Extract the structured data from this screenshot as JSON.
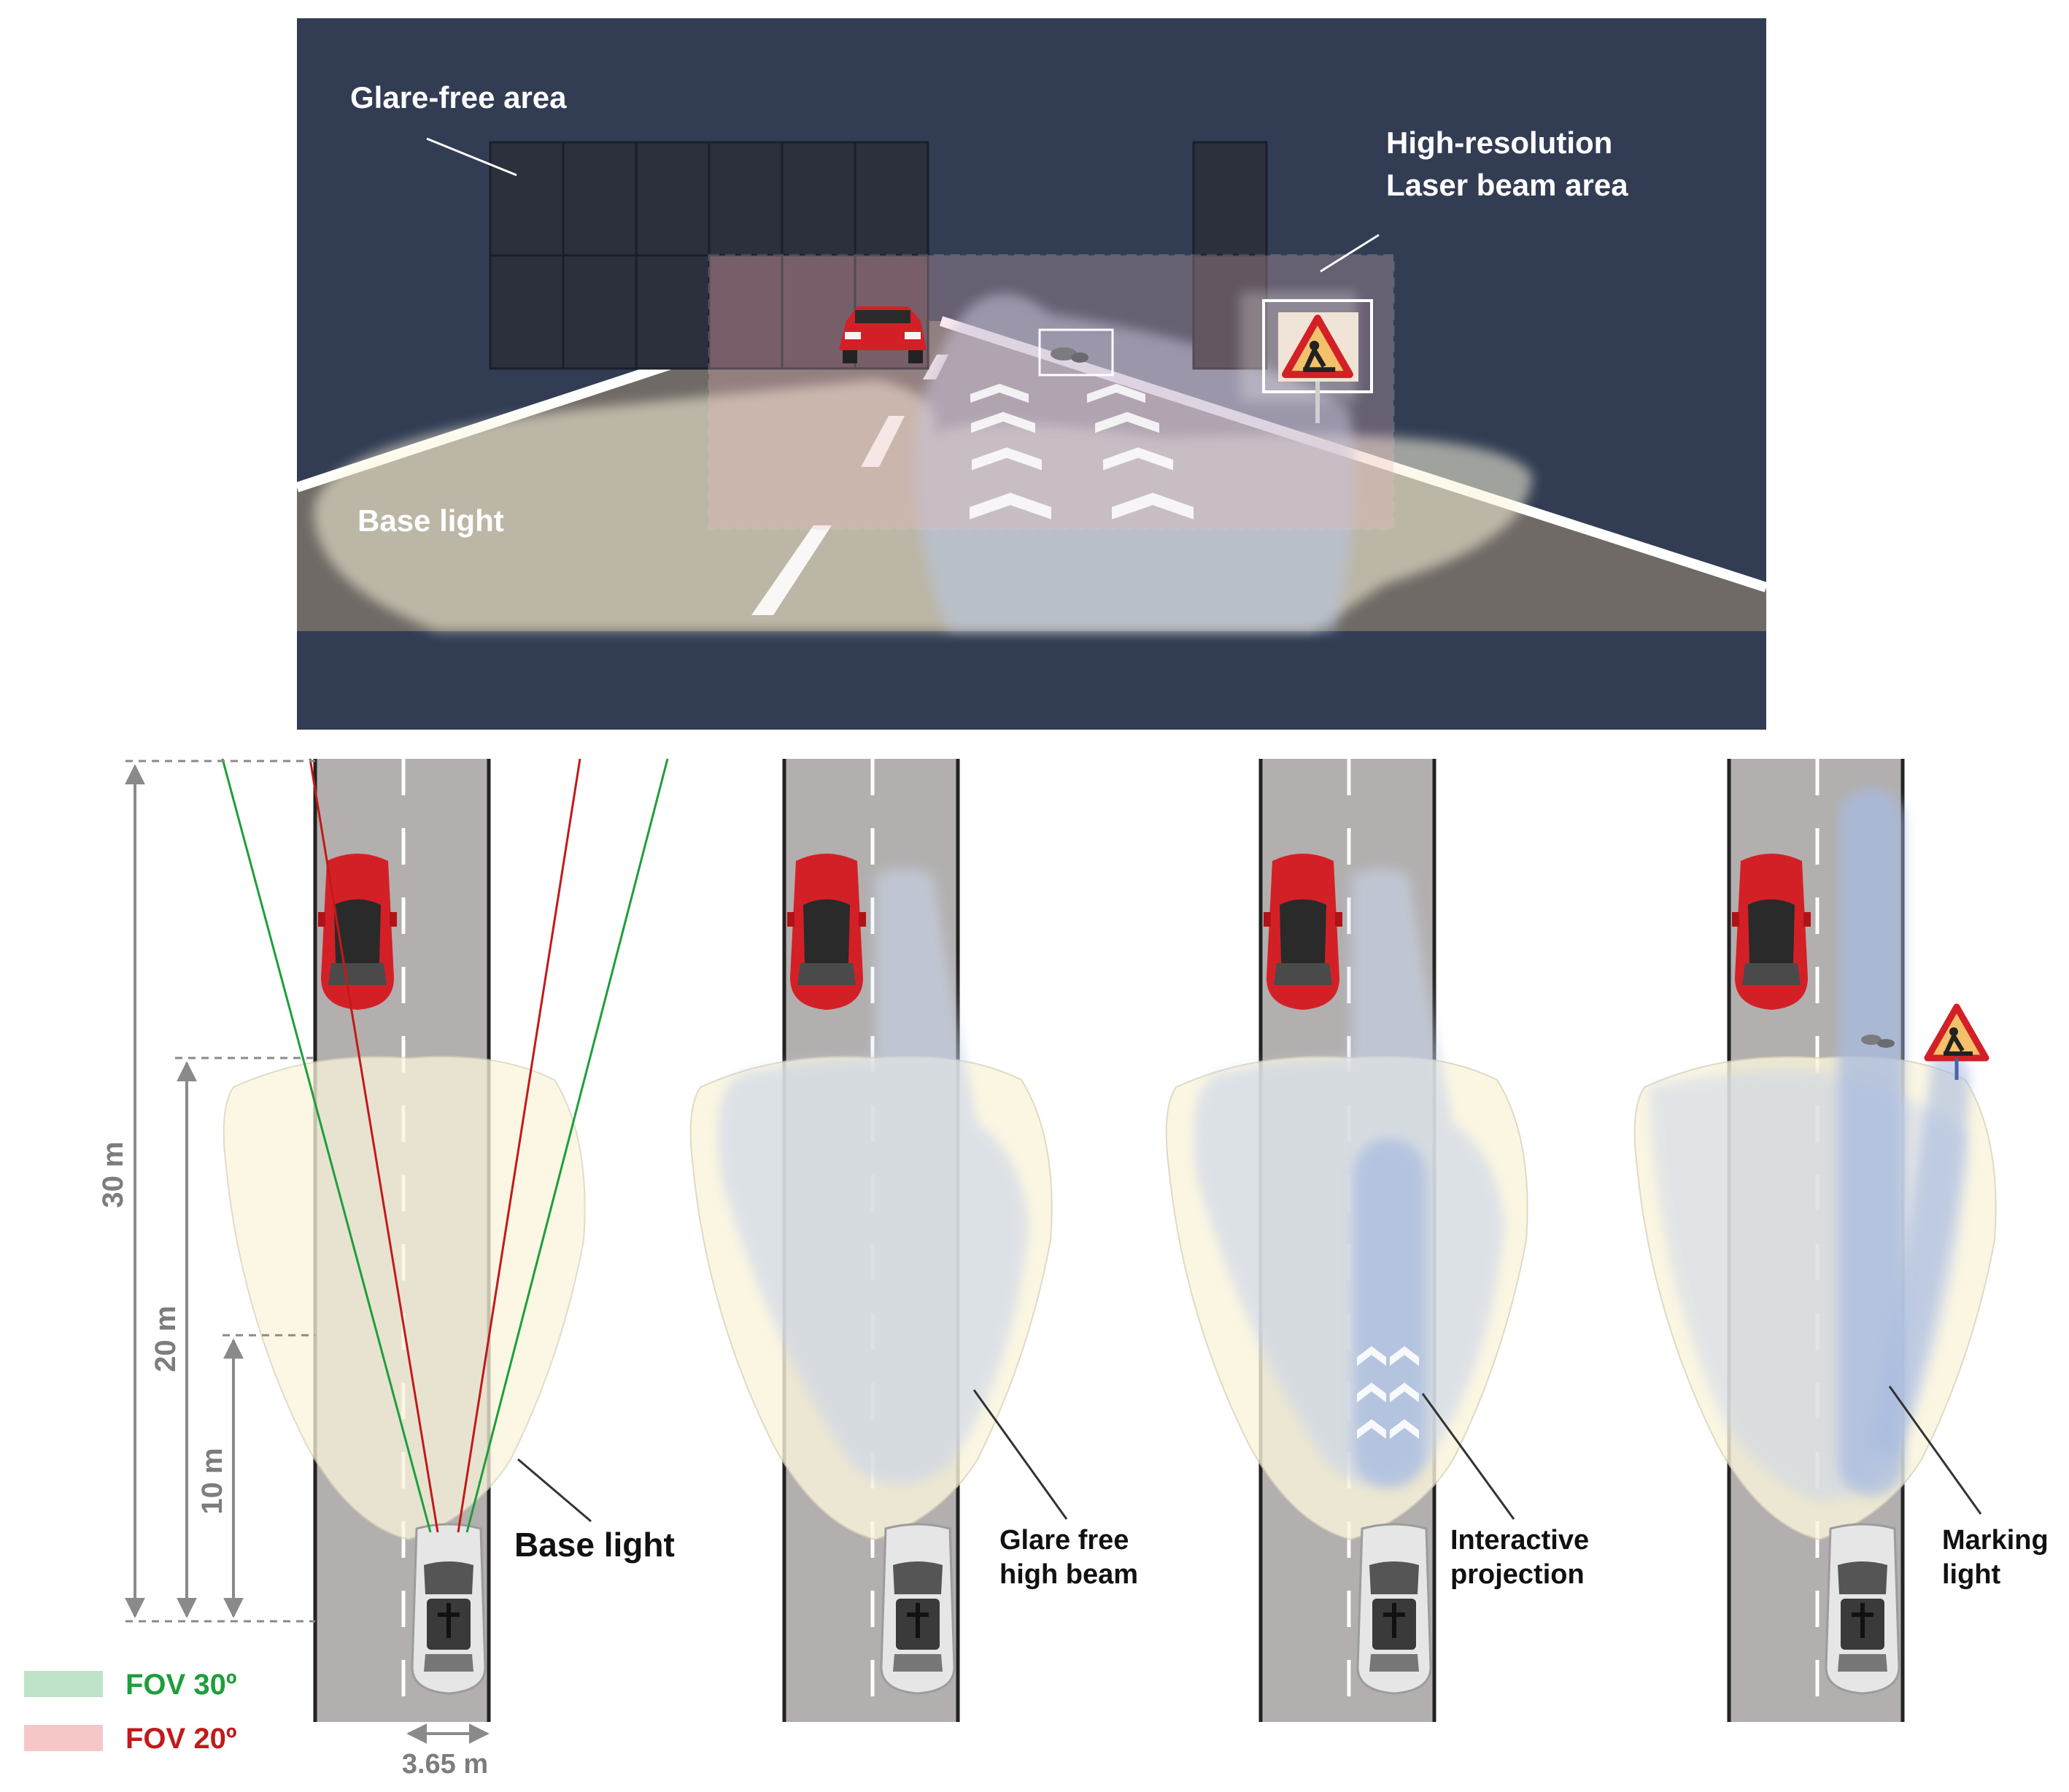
{
  "top_scene": {
    "glare_free_label": "Glare-free area",
    "laser_label_line1": "High-resolution",
    "laser_label_line2": "Laser beam area",
    "base_light_label": "Base light"
  },
  "panels": [
    {
      "label_lines": [
        "Base light"
      ]
    },
    {
      "label_lines": [
        "Glare free",
        "high beam"
      ]
    },
    {
      "label_lines": [
        "Interactive",
        "projection"
      ]
    },
    {
      "label_lines": [
        "Marking",
        "light"
      ]
    }
  ],
  "dimensions": {
    "d30": "30 m",
    "d20": "20 m",
    "d10": "10 m",
    "lane_width": "3.65 m"
  },
  "legend": [
    {
      "label": "FOV 30º",
      "color": "#1e9e3c",
      "swatch": "#bfe3c8"
    },
    {
      "label": "FOV 20º",
      "color": "#c11a1a",
      "swatch": "#f7c7c7"
    }
  ],
  "colors": {
    "night_sky": "#323d54",
    "road_gray": "#b2afae",
    "car_red": "#d32026",
    "base_light": "#fbf5dc",
    "laser_blue": "#b7c7e3"
  }
}
